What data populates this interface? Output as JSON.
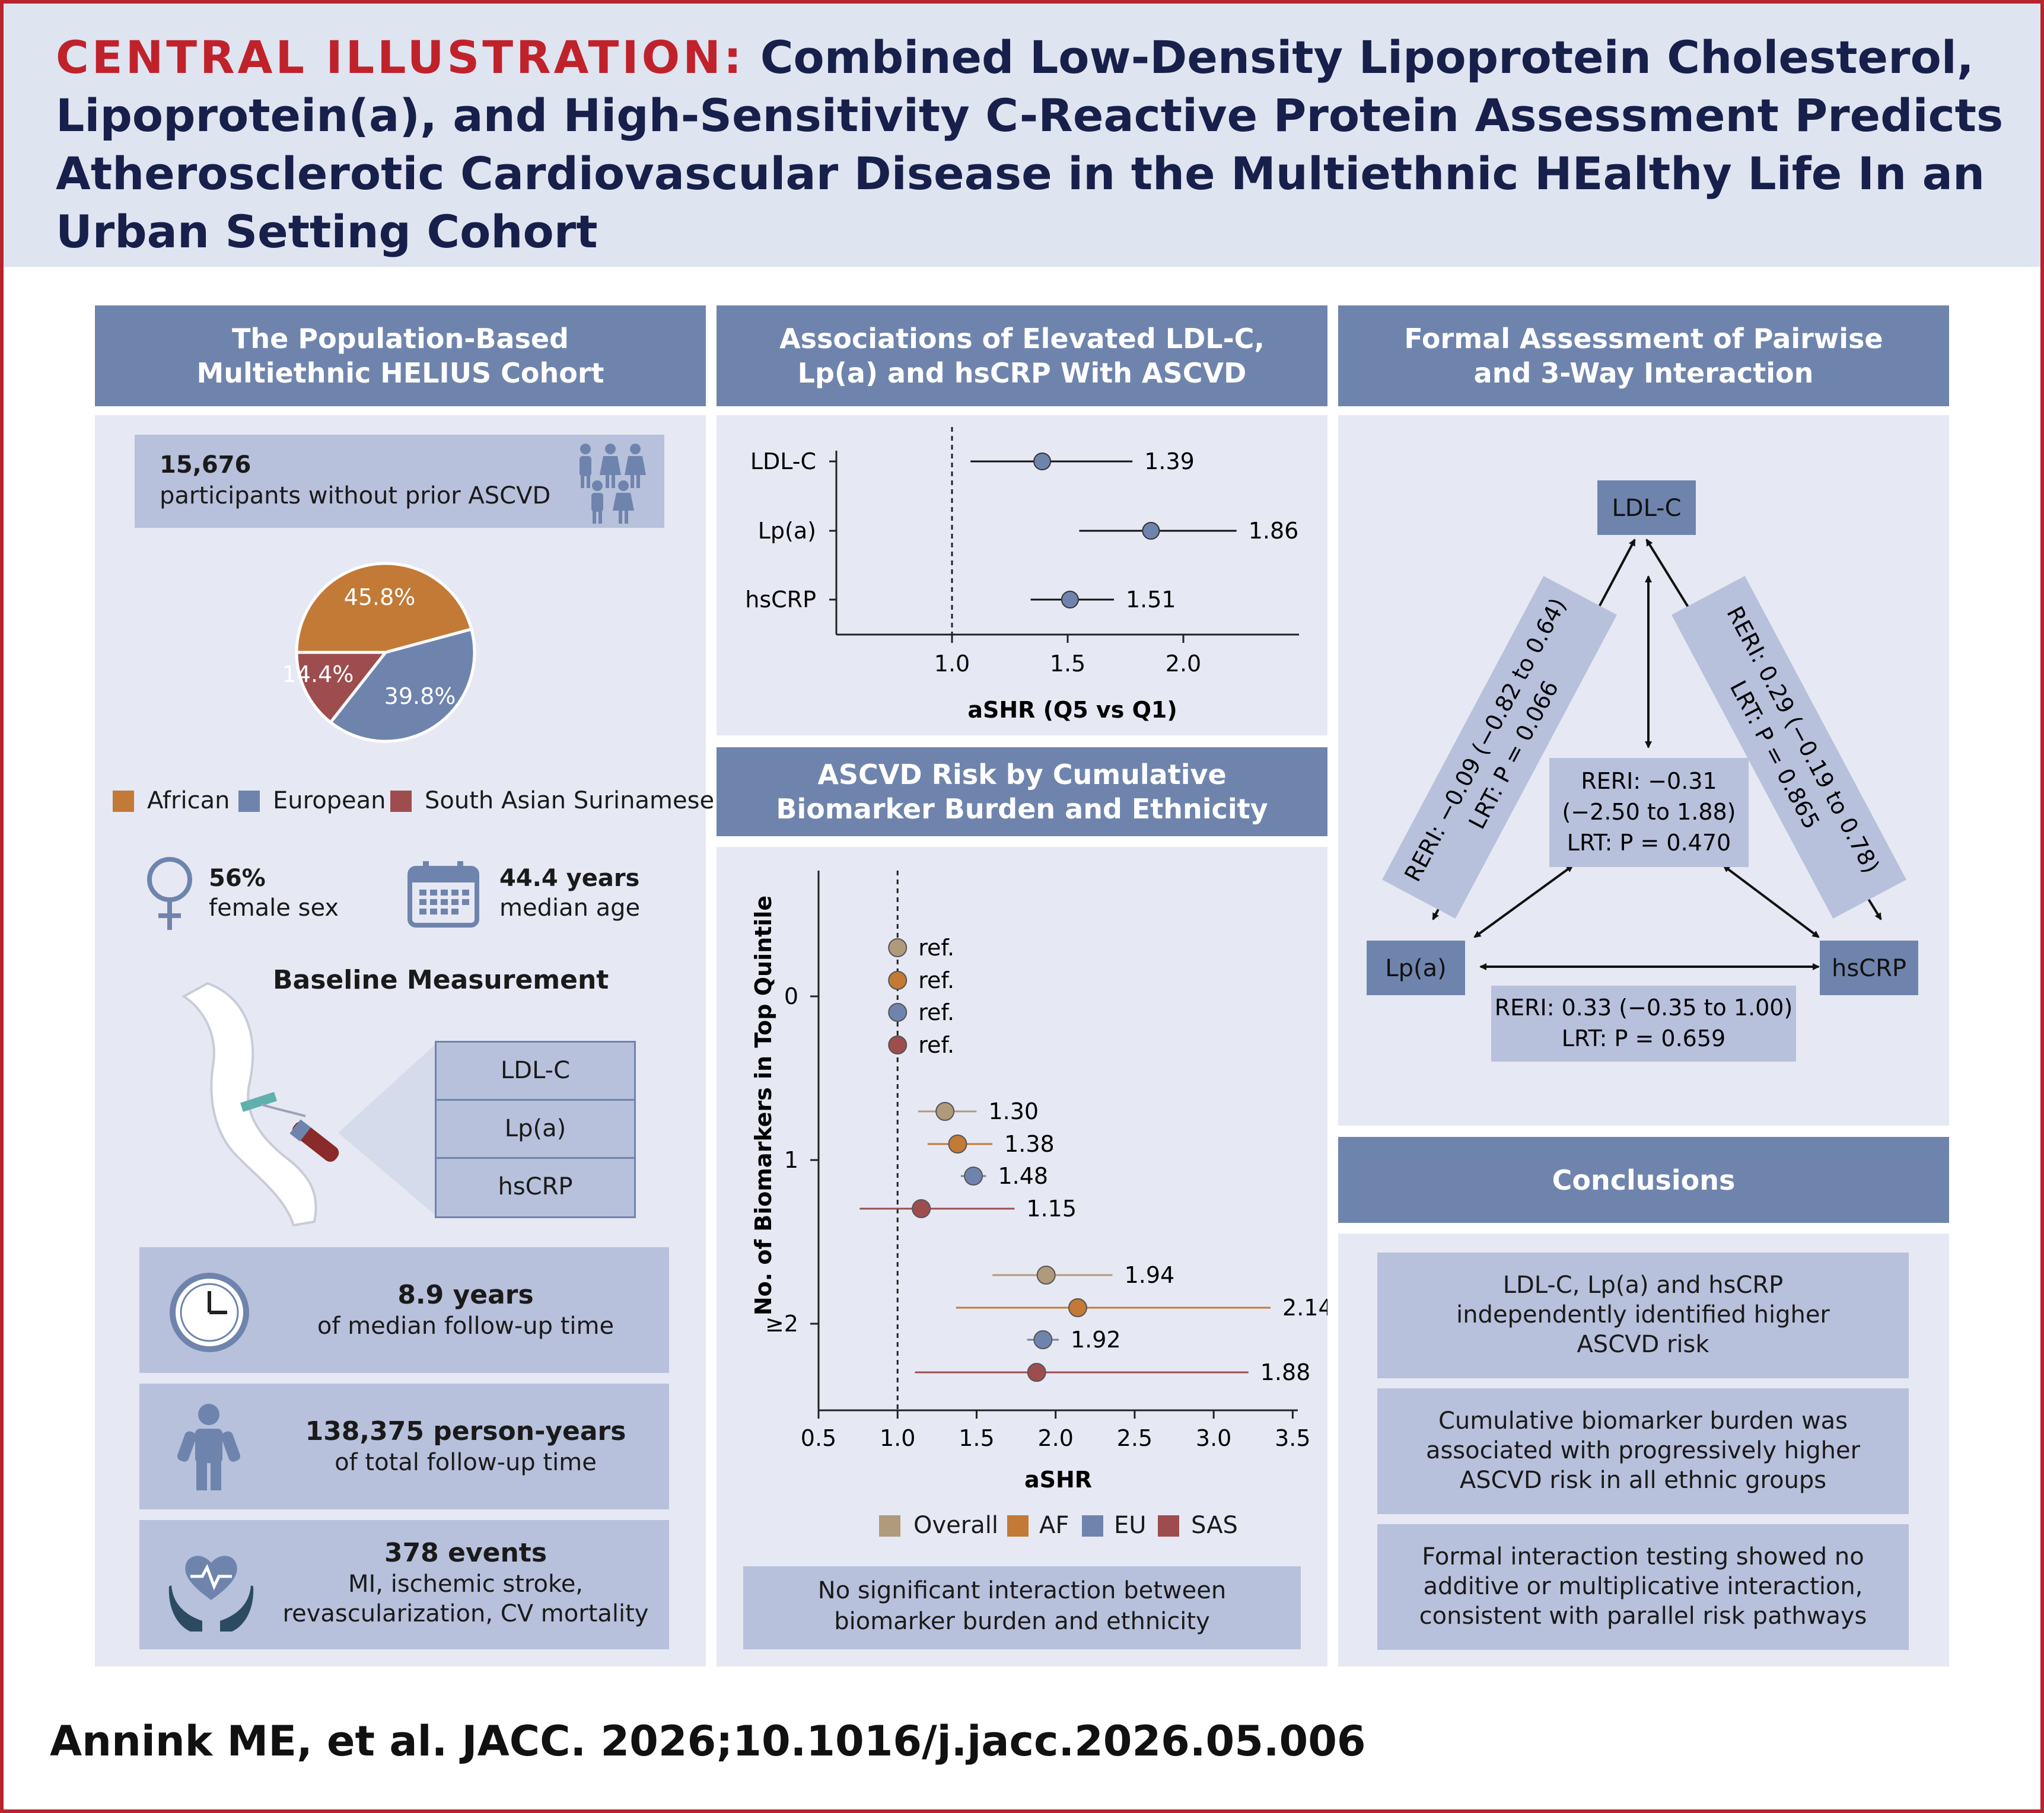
{
  "title": {
    "lead": "CENTRAL ILLUSTRATION:",
    "text": "Combined Low-Density Lipoprotein Cholesterol, Lipoprotein(a), and High-Sensitivity C-Reactive Protein Assessment Predicts Atherosclerotic Cardiovascular Disease in the Multiethnic HEalthy Life In an Urban Setting Cohort"
  },
  "colors": {
    "african": "#c27a36",
    "european": "#6f84ad",
    "sas": "#9e4d4f",
    "overall": "#b09a7c",
    "header": "#6f84ad",
    "accent": "#c0222b"
  },
  "left": {
    "header_line1": "The Population-Based",
    "header_line2": "Multiethnic HELIUS Cohort",
    "participants_value": "15,676",
    "participants_label": "participants without prior ASCVD",
    "pie": {
      "slices": [
        {
          "name": "African",
          "value": 45.8,
          "label": "45.8%"
        },
        {
          "name": "European",
          "value": 39.8,
          "label": "39.8%"
        },
        {
          "name": "South Asian Surinamese",
          "value": 14.4,
          "label": "14.4%"
        }
      ]
    },
    "legend": [
      "African",
      "European",
      "South Asian Surinamese"
    ],
    "female_value": "56%",
    "female_label": "female sex",
    "age_value": "44.4 years",
    "age_label": "median age",
    "baseline_title": "Baseline Measurement",
    "markers": [
      "LDL-C",
      "Lp(a)",
      "hsCRP"
    ],
    "followup_value": "8.9 years",
    "followup_label": "of median follow-up time",
    "personyears_value": "138,375 person-years",
    "personyears_label": "of total follow-up time",
    "events_value": "378 events",
    "events_line1": "MI, ischemic stroke,",
    "events_line2": "revascularization, CV mortality"
  },
  "middle_top": {
    "header_line1": "Associations of Elevated LDL-C,",
    "header_line2": "Lp(a) and hsCRP With ASCVD"
  },
  "middle_bottom": {
    "header_line1": "ASCVD Risk by Cumulative",
    "header_line2": "Biomarker Burden and Ethnicity",
    "legend": [
      "Overall",
      "AF",
      "EU",
      "SAS"
    ],
    "note_line1": "No significant interaction between",
    "note_line2": "biomarker burden and ethnicity"
  },
  "chart_data": [
    {
      "type": "forest",
      "xlabel": "aSHR (Q5 vs Q1)",
      "xticks": [
        "1.0",
        "1.5",
        "2.0"
      ],
      "xlim": [
        0.5,
        2.5
      ],
      "reference_line": 1.0,
      "rows": [
        {
          "label": "LDL-C",
          "value": 1.39,
          "lo": 1.08,
          "hi": 1.78,
          "text": "1.39"
        },
        {
          "label": "Lp(a)",
          "value": 1.86,
          "lo": 1.55,
          "hi": 2.23,
          "text": "1.86"
        },
        {
          "label": "hsCRP",
          "value": 1.51,
          "lo": 1.34,
          "hi": 1.7,
          "text": "1.51"
        }
      ]
    },
    {
      "type": "forest",
      "xlabel": "aSHR",
      "ylabel": "No. of Biomarkers in Top Quintile",
      "xticks": [
        "0.5",
        "1.0",
        "1.5",
        "2.0",
        "2.5",
        "3.0",
        "3.5"
      ],
      "xlim": [
        0.5,
        3.6
      ],
      "reference_line": 1.0,
      "groups": [
        {
          "label": "0",
          "series": [
            {
              "name": "Overall",
              "value": 1.0,
              "lo": 1.0,
              "hi": 1.0,
              "text": "ref."
            },
            {
              "name": "AF",
              "value": 1.0,
              "lo": 1.0,
              "hi": 1.0,
              "text": "ref."
            },
            {
              "name": "EU",
              "value": 1.0,
              "lo": 1.0,
              "hi": 1.0,
              "text": "ref."
            },
            {
              "name": "SAS",
              "value": 1.0,
              "lo": 1.0,
              "hi": 1.0,
              "text": "ref."
            }
          ]
        },
        {
          "label": "1",
          "series": [
            {
              "name": "Overall",
              "value": 1.3,
              "lo": 1.13,
              "hi": 1.5,
              "text": "1.30"
            },
            {
              "name": "AF",
              "value": 1.38,
              "lo": 1.19,
              "hi": 1.6,
              "text": "1.38"
            },
            {
              "name": "EU",
              "value": 1.48,
              "lo": 1.4,
              "hi": 1.56,
              "text": "1.48"
            },
            {
              "name": "SAS",
              "value": 1.15,
              "lo": 0.76,
              "hi": 1.74,
              "text": "1.15"
            }
          ]
        },
        {
          "label": "≥2",
          "series": [
            {
              "name": "Overall",
              "value": 1.94,
              "lo": 1.6,
              "hi": 2.36,
              "text": "1.94"
            },
            {
              "name": "AF",
              "value": 2.14,
              "lo": 1.37,
              "hi": 3.36,
              "text": "2.14"
            },
            {
              "name": "EU",
              "value": 1.92,
              "lo": 1.82,
              "hi": 2.02,
              "text": "1.92"
            },
            {
              "name": "SAS",
              "value": 1.88,
              "lo": 1.11,
              "hi": 3.22,
              "text": "1.88"
            }
          ]
        }
      ]
    }
  ],
  "right": {
    "header_line1": "Formal Assessment of Pairwise",
    "header_line2": "and 3-Way Interaction",
    "node_top": "LDL-C",
    "node_left": "Lp(a)",
    "node_right": "hsCRP",
    "left_edge_line1": "RERI: −0.09 (−0.82 to 0.64)",
    "left_edge_line2": "LRT: P = 0.066",
    "right_edge_line1": "RERI: 0.29 (−0.19 to 0.78)",
    "right_edge_line2": "LRT: P = 0.865",
    "center_line1": "RERI: −0.31",
    "center_line2": "(−2.50 to 1.88)",
    "center_line3": "LRT: P = 0.470",
    "bottom_line1": "RERI: 0.33 (−0.35 to 1.00)",
    "bottom_line2": "LRT: P = 0.659",
    "conclusions_header": "Conclusions",
    "conclusions": [
      {
        "l1": "LDL-C, Lp(a) and hsCRP",
        "l2": "independently identified higher",
        "l3": "ASCVD risk"
      },
      {
        "l1": "Cumulative biomarker burden was",
        "l2": "associated with progressively higher",
        "l3": "ASCVD risk in all ethnic groups"
      },
      {
        "l1": "Formal interaction testing showed no",
        "l2": "additive or multiplicative interaction,",
        "l3": "consistent with parallel risk pathways"
      }
    ]
  },
  "citation": "Annink ME, et al. JACC. 2026;10.1016/j.jacc.2026.05.006"
}
